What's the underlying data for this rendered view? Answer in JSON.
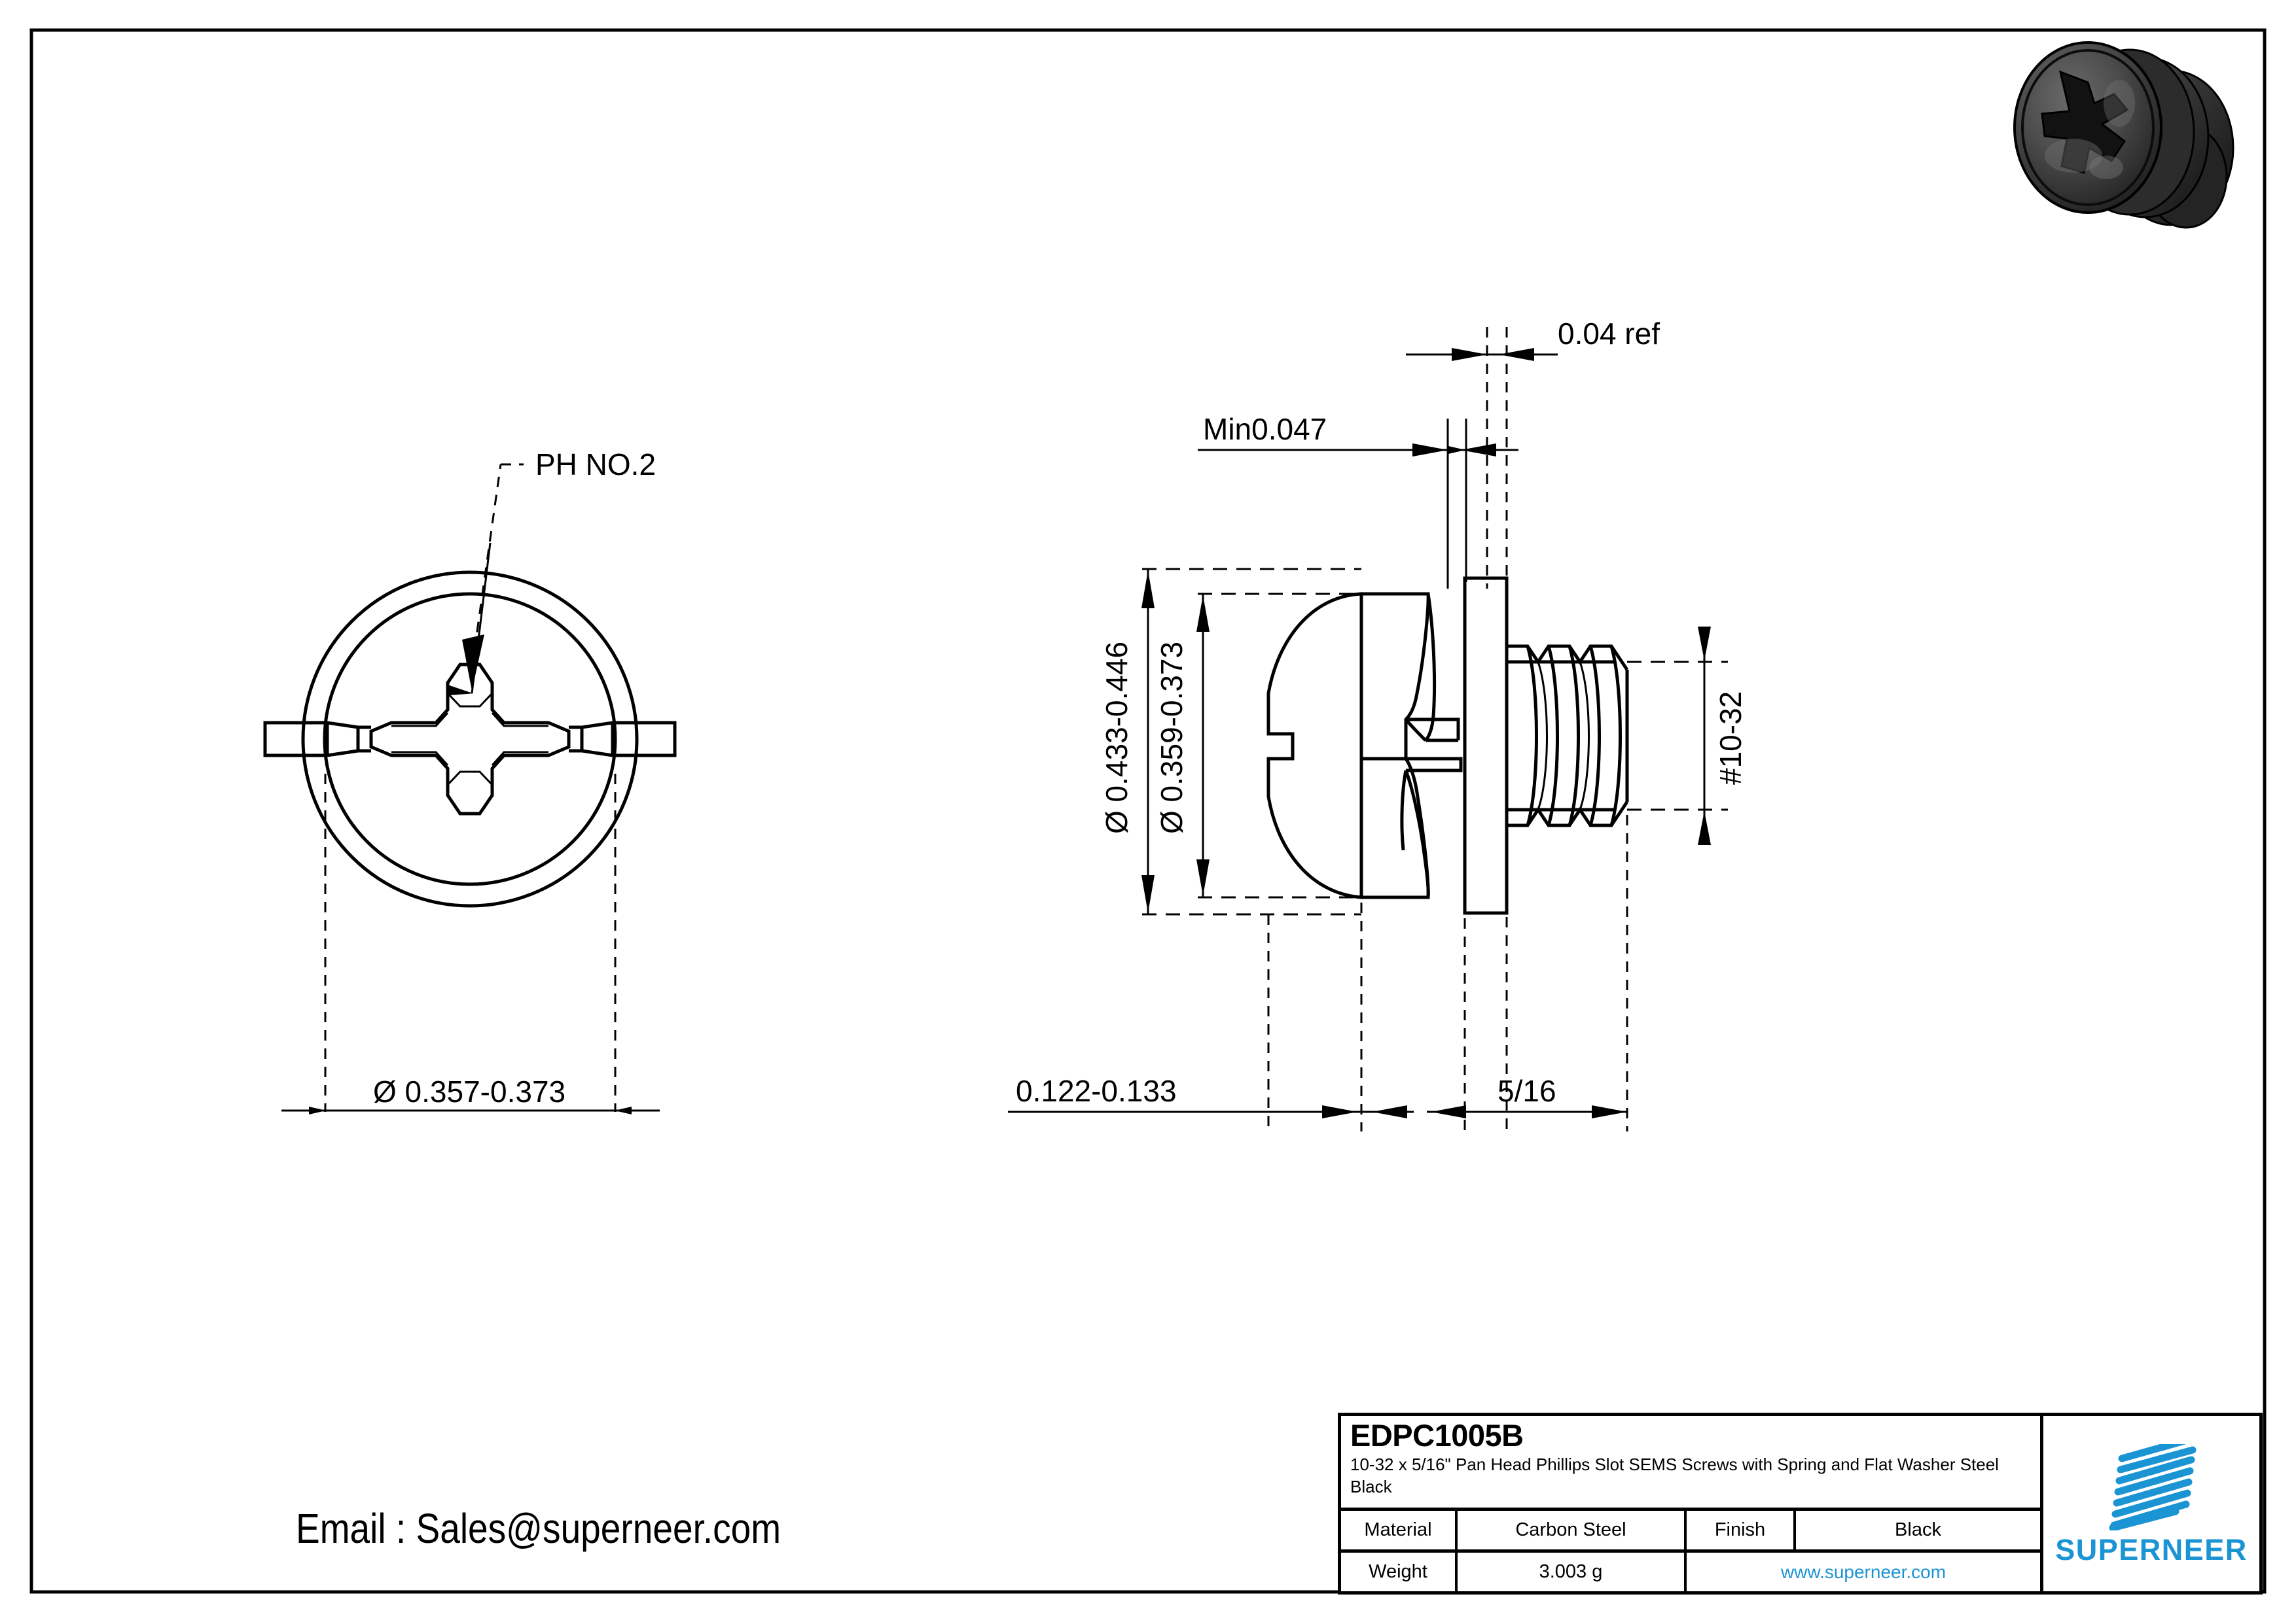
{
  "document": {
    "type": "engineering-drawing",
    "background": "#ffffff",
    "line_color": "#000000",
    "accent_color": "#1b94d4"
  },
  "views": {
    "front_view": {
      "name": "head-top-view",
      "leader_label": "PH NO.2",
      "diameter_dimension": "Ø 0.357-0.373"
    },
    "side_view": {
      "name": "side-section-view",
      "dims": {
        "head_diameter": "Ø 0.433-0.446",
        "washer_diameter": "Ø 0.359-0.373",
        "head_height": "Min0.047",
        "washer_thickness": "0.04 ref",
        "thread_callout": "#10-32",
        "head_thickness": "0.122-0.133",
        "thread_length": "5/16"
      }
    }
  },
  "title_block": {
    "part_number": "EDPC1005B",
    "description": "10-32 x 5/16\" Pan Head Phillips Slot SEMS Screws with Spring and Flat Washer Steel Black",
    "rows": [
      {
        "label": "Material",
        "value": "Carbon Steel",
        "label2": "Finish",
        "value2": "Black"
      },
      {
        "label": "Weight",
        "value": "3.003 g",
        "website": "www.superneer.com"
      }
    ],
    "brand": {
      "wordmark": "SUPERNEER",
      "color": "#1b94d4"
    }
  },
  "contact": {
    "email_line": "Email : Sales@superneer.com"
  }
}
